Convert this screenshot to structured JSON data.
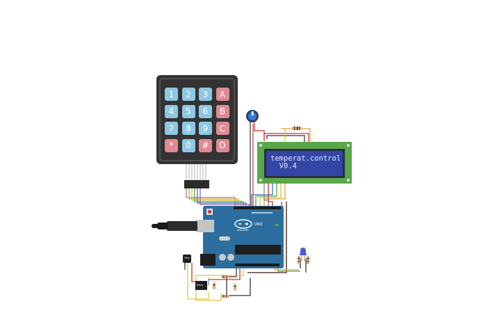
{
  "keypad": {
    "keys": [
      {
        "label": "1",
        "color": "blue"
      },
      {
        "label": "2",
        "color": "blue"
      },
      {
        "label": "3",
        "color": "blue"
      },
      {
        "label": "A",
        "color": "red"
      },
      {
        "label": "4",
        "color": "blue"
      },
      {
        "label": "5",
        "color": "blue"
      },
      {
        "label": "6",
        "color": "blue"
      },
      {
        "label": "B",
        "color": "red"
      },
      {
        "label": "7",
        "color": "blue"
      },
      {
        "label": "8",
        "color": "blue"
      },
      {
        "label": "9",
        "color": "blue"
      },
      {
        "label": "C",
        "color": "red"
      },
      {
        "label": "*",
        "color": "red"
      },
      {
        "label": "0",
        "color": "blue"
      },
      {
        "label": "#",
        "color": "red"
      },
      {
        "label": "D",
        "color": "red"
      }
    ]
  },
  "lcd": {
    "line1": "temperat.control",
    "line2": "  V0.4"
  },
  "arduino": {
    "model": "UNO",
    "brand": "ARDUINO"
  },
  "sensor": {
    "label": "Tmp"
  },
  "relay": {
    "label": "Relay"
  },
  "colors": {
    "board_blue": "#2c6e9e",
    "lcd_green": "#5aa84a",
    "lcd_screen": "#3346a6",
    "keypad_body": "#3a3a3a",
    "key_blue": "#8ec8e3",
    "key_red": "#e08a94"
  }
}
